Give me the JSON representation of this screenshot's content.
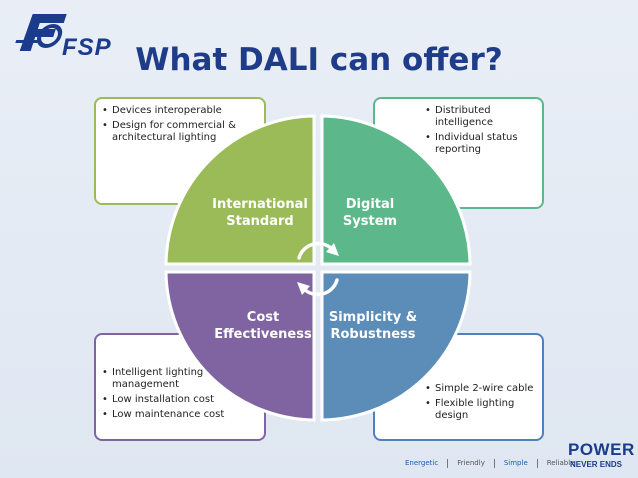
{
  "header": {
    "logo_text": "FSP",
    "title": "What DALI can offer?"
  },
  "quadrants": [
    {
      "label": "International\nStandard",
      "color": "#9bbb59"
    },
    {
      "label": "Digital\nSystem",
      "color": "#5cb88a"
    },
    {
      "label": "Cost\nEffectiveness",
      "color": "#8064a2"
    },
    {
      "label": "Simplicity &\nRobustness",
      "color": "#5b8db8"
    }
  ],
  "boxes": {
    "top_left": [
      "Devices interoperable",
      "Design for commercial & architectural lighting"
    ],
    "top_right": [
      "Distributed intelligence",
      "Individual status reporting"
    ],
    "bottom_left": [
      "Intelligent lighting management",
      "Low installation cost",
      "Low maintenance cost"
    ],
    "bottom_right": [
      "Simple 2-wire cable",
      "Flexible lighting design"
    ]
  },
  "footer": {
    "tags": [
      "Energetic",
      "Friendly",
      "Simple",
      "Reliable"
    ],
    "brand": "POWER",
    "tagline": "NEVER ENDS"
  },
  "icons": [
    "fsp-logo-icon",
    "cycle-arrows-icon"
  ]
}
